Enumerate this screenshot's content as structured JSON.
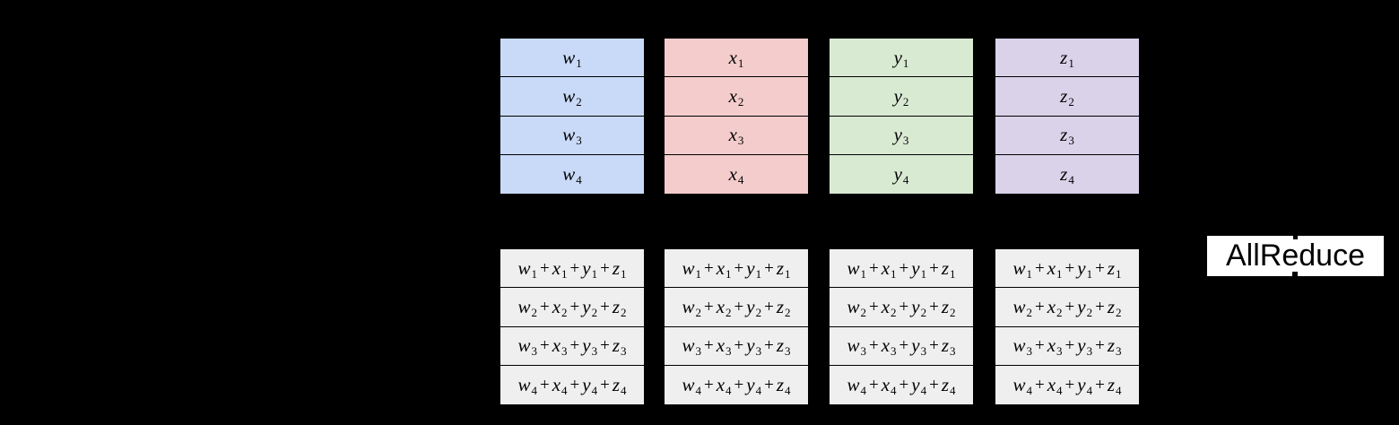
{
  "canvas": {
    "background": "#000000",
    "border_color": "#000000",
    "text_color": "#000000"
  },
  "operator": "+",
  "top_tables": [
    {
      "name": "tensor-table-w",
      "fill": "#c9daf8",
      "cells": [
        "w1",
        "w2",
        "w3",
        "w4"
      ]
    },
    {
      "name": "tensor-table-x",
      "fill": "#f4cccc",
      "cells": [
        "x1",
        "x2",
        "x3",
        "x4"
      ]
    },
    {
      "name": "tensor-table-y",
      "fill": "#d9ead3",
      "cells": [
        "y1",
        "y2",
        "y3",
        "y4"
      ]
    },
    {
      "name": "tensor-table-z",
      "fill": "#d9d2e9",
      "cells": [
        "z1",
        "z2",
        "z3",
        "z4"
      ]
    }
  ],
  "bottom_tables": [
    {
      "name": "reduced-table-1",
      "fill": "#efefef",
      "cells": [
        [
          "w1",
          "x1",
          "y1",
          "z1"
        ],
        [
          "w2",
          "x2",
          "y2",
          "z2"
        ],
        [
          "w3",
          "x3",
          "y3",
          "z3"
        ],
        [
          "w4",
          "x4",
          "y4",
          "z4"
        ]
      ]
    },
    {
      "name": "reduced-table-2",
      "fill": "#efefef",
      "cells": [
        [
          "w1",
          "x1",
          "y1",
          "z1"
        ],
        [
          "w2",
          "x2",
          "y2",
          "z2"
        ],
        [
          "w3",
          "x3",
          "y3",
          "z3"
        ],
        [
          "w4",
          "x4",
          "y4",
          "z4"
        ]
      ]
    },
    {
      "name": "reduced-table-3",
      "fill": "#efefef",
      "cells": [
        [
          "w1",
          "x1",
          "y1",
          "z1"
        ],
        [
          "w2",
          "x2",
          "y2",
          "z2"
        ],
        [
          "w3",
          "x3",
          "y3",
          "z3"
        ],
        [
          "w4",
          "x4",
          "y4",
          "z4"
        ]
      ]
    },
    {
      "name": "reduced-table-4",
      "fill": "#efefef",
      "cells": [
        [
          "w1",
          "x1",
          "y1",
          "z1"
        ],
        [
          "w2",
          "x2",
          "y2",
          "z2"
        ],
        [
          "w3",
          "x3",
          "y3",
          "z3"
        ],
        [
          "w4",
          "x4",
          "y4",
          "z4"
        ]
      ]
    }
  ],
  "allreduce": {
    "label": "AllReduce",
    "box_color": "#ffffff",
    "text_color": "#000000",
    "arrow_color": "#000000"
  }
}
